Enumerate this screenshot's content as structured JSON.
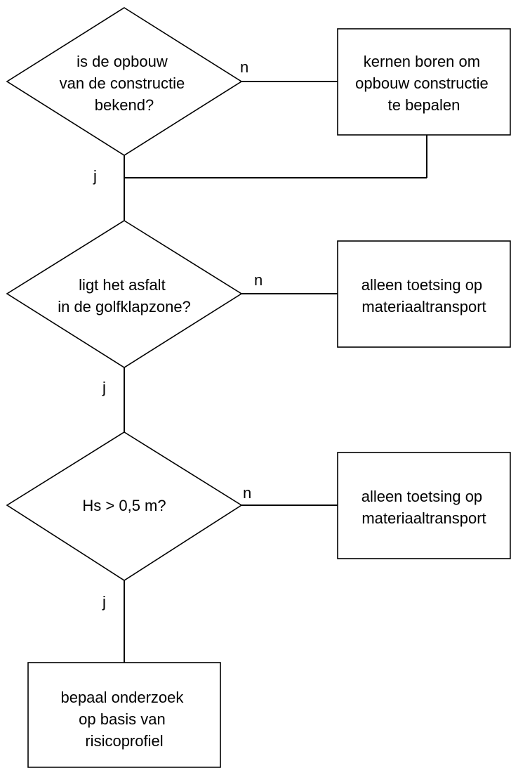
{
  "nodes": {
    "decision_1": {
      "lines": [
        "is de opbouw",
        "van de constructie",
        "bekend?"
      ],
      "yes_label": "j",
      "no_label": "n"
    },
    "process_cores": {
      "lines": [
        "kernen boren om",
        "opbouw constructie",
        "te bepalen"
      ]
    },
    "decision_2": {
      "lines": [
        "ligt het asfalt",
        "in de golfklapzone?"
      ],
      "yes_label": "j",
      "no_label": "n"
    },
    "process_transport_1": {
      "lines": [
        "alleen toetsing op",
        "materiaaltransport"
      ]
    },
    "decision_3": {
      "lines": [
        "Hs > 0,5 m?"
      ],
      "yes_label": "j",
      "no_label": "n"
    },
    "process_transport_2": {
      "lines": [
        "alleen toetsing op",
        "materiaaltransport"
      ]
    },
    "process_research": {
      "lines": [
        "bepaal onderzoek",
        "op basis van",
        "risicoprofiel"
      ]
    }
  }
}
